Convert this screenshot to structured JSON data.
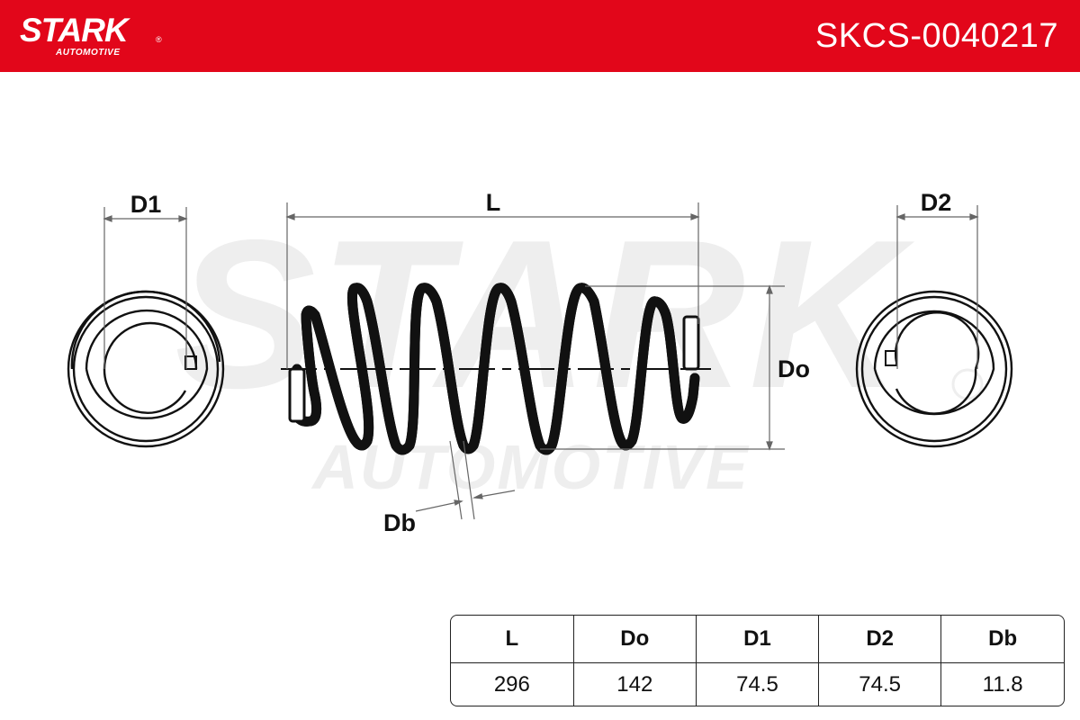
{
  "header": {
    "brand_name": "STARK",
    "brand_registered": "®",
    "brand_sub": "AUTOMOTIVE",
    "part_number": "SKCS-0040217"
  },
  "watermark": {
    "main": "STARK",
    "sub": "AUTOMOTIVE"
  },
  "drawing": {
    "labels": {
      "d1": "D1",
      "length": "L",
      "outer_diameter": "Do",
      "d2": "D2",
      "bar_diameter": "Db"
    }
  },
  "specs": {
    "headers": [
      "L",
      "Do",
      "D1",
      "D2",
      "Db"
    ],
    "values": [
      "296",
      "142",
      "74.5",
      "74.5",
      "11.8"
    ]
  },
  "colors": {
    "header_red": "#e2061a",
    "line": "#111111",
    "watermark_gray": "#eeeeee"
  }
}
